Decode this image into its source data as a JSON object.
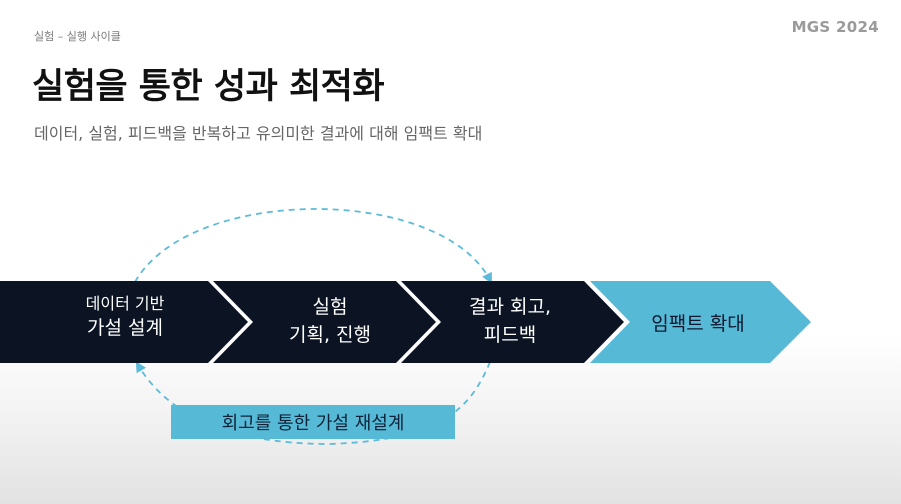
{
  "header": {
    "breadcrumb": "실험 – 실행 사이클",
    "brand": "MGS 2024",
    "title": "실험을 통한 성과 최적화",
    "subtitle": "데이터, 실험, 피드백을 반복하고 유의미한 결과에 대해 임팩트 확대"
  },
  "steps": [
    {
      "line1": "데이터 기반",
      "line2": "가설 설계"
    },
    {
      "line1": "실험",
      "line2": "기획, 진행"
    },
    {
      "line1": "결과 회고,",
      "line2": "피드백"
    },
    {
      "line1": "임팩트 확대"
    }
  ],
  "loop_label": "회고를 통한 가설 재설계",
  "colors": {
    "dark_chevron": "#0c1424",
    "accent": "#56b9d6",
    "dashed_loop": "#5bbbd8"
  }
}
